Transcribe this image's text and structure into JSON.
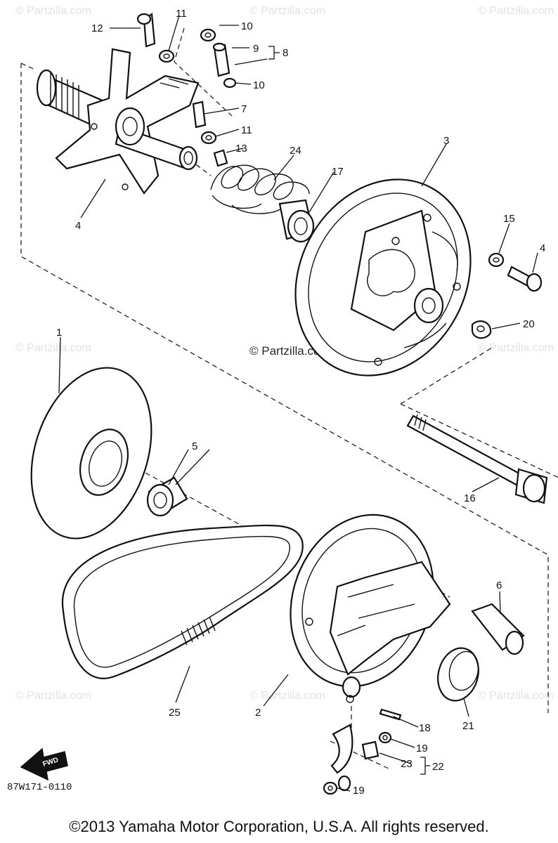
{
  "watermark": "© Partzilla.com",
  "diagram_code": "87W171-0110",
  "fwd_label": "FWD",
  "copyright": "©2013 Yamaha Motor Corporation, U.S.A. All rights reserved.",
  "callouts": {
    "c1": "1",
    "c2": "2",
    "c3": "3",
    "c4a": "4",
    "c4b": "4",
    "c5": "5",
    "c6": "6",
    "c7": "7",
    "c8": "8",
    "c9": "9",
    "c10a": "10",
    "c10b": "10",
    "c11a": "11",
    "c11b": "11",
    "c12": "12",
    "c13": "13",
    "c15": "15",
    "c16": "16",
    "c17": "17",
    "c18": "18",
    "c19a": "19",
    "c19b": "19",
    "c20": "20",
    "c21": "21",
    "c22": "22",
    "c23": "23",
    "c24": "24",
    "c25": "25"
  }
}
